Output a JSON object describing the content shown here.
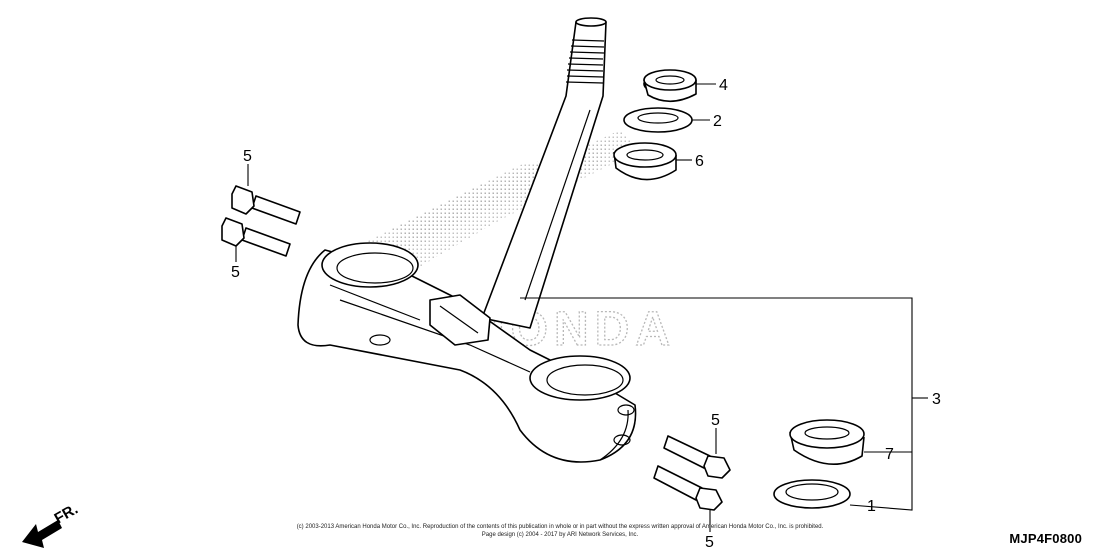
{
  "callouts": {
    "c1": "1",
    "c2": "2",
    "c3": "3",
    "c4": "4",
    "c5a": "5",
    "c5b": "5",
    "c5c": "5",
    "c5d": "5",
    "c6": "6",
    "c7": "7"
  },
  "direction_label": "FR.",
  "watermark": "HONDA",
  "copyright_line1": "(c) 2003-2013 American Honda Motor Co., Inc. Reproduction of the contents of this publication in whole or in part without the express written approval of American Honda Motor Co., Inc. is prohibited.",
  "copyright_line2": "Page design (c) 2004 - 2017 by ARI Network Services, Inc.",
  "diagram_code": "MJP4F0800",
  "colors": {
    "ink": "#000000",
    "background": "#ffffff",
    "watermark": "#bdbdbd"
  }
}
